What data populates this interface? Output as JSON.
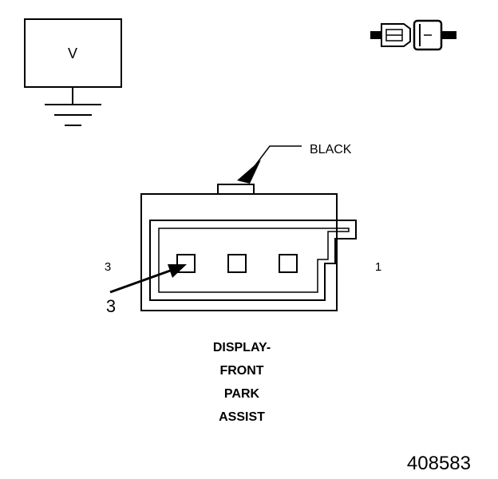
{
  "meter": {
    "label": "V"
  },
  "connector": {
    "color_label": "BLACK",
    "pin_left_label": "3",
    "pin_right_label": "1",
    "callout_label": "3"
  },
  "caption": {
    "lines": [
      "DISPLAY-",
      "FRONT",
      "PARK",
      "ASSIST"
    ]
  },
  "figure_number": "408583"
}
